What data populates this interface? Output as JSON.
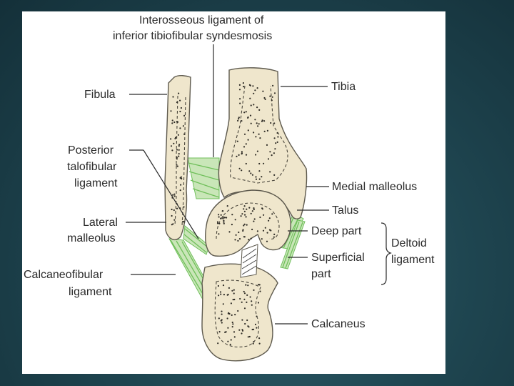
{
  "figure": {
    "labels": {
      "interosseous_line1": "Interosseous ligament of",
      "interosseous_line2": "inferior tibiofibular syndesmosis",
      "fibula": "Fibula",
      "tibia": "Tibia",
      "posterior_talofibular_1": "Posterior",
      "posterior_talofibular_2": "talofibular",
      "posterior_talofibular_3": "ligament",
      "medial_malleolus": "Medial malleolus",
      "talus": "Talus",
      "lateral_malleolus_1": "Lateral",
      "lateral_malleolus_2": "malleolus",
      "deep_part": "Deep part",
      "deltoid_1": "Deltoid",
      "deltoid_2": "ligament",
      "superficial_1": "Superficial",
      "superficial_2": "part",
      "calcaneofibular_1": "Calcaneofibular",
      "calcaneofibular_2": "ligament",
      "calcaneus": "Calcaneus"
    },
    "colors": {
      "background": "#1f4651",
      "panel": "#ffffff",
      "bone_fill": "#efe6cc",
      "bone_outline": "#5e5a4e",
      "ligament": "#6fbf5a",
      "ligament_fill": "#c9e6b8",
      "text": "#2a2a2a"
    }
  }
}
